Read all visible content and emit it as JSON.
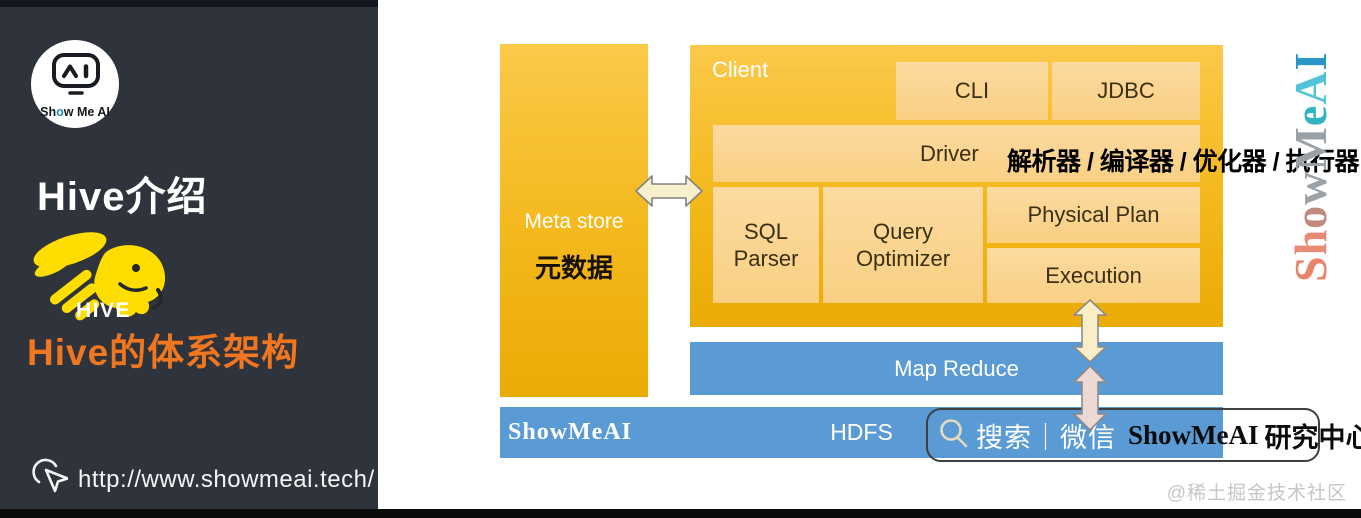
{
  "sidebar": {
    "logo_segments": [
      {
        "text": "Sh",
        "color": "#15181c"
      },
      {
        "text": "o",
        "color": "#1e88c7"
      },
      {
        "text": "w Me AI",
        "color": "#15181c"
      }
    ],
    "title": "Hive介绍",
    "hive_badge": "HIVE",
    "subtitle": "Hive的体系架构",
    "url": "http://www.showmeai.tech/"
  },
  "diagram": {
    "meta_store": {
      "title": "Meta store",
      "subtitle": "元数据"
    },
    "client": {
      "title": "Client",
      "boxes": {
        "cli": "CLI",
        "jdbc": "JDBC",
        "driver": "Driver",
        "sql_parser": "SQL Parser",
        "query_optimizer": "Query Optimizer",
        "physical_plan": "Physical Plan",
        "execution": "Execution"
      }
    },
    "annotation": "解析器 / 编译器 / 优化器 / 执行器",
    "map_reduce": "Map Reduce",
    "hdfs_bar": {
      "brand": "ShowMeAI",
      "label": "HDFS"
    }
  },
  "watermarks": {
    "vertical_letters": [
      {
        "ch": "S",
        "color": "#e8836c"
      },
      {
        "ch": "h",
        "color": "#e88a74"
      },
      {
        "ch": "o",
        "color": "#c08a7e"
      },
      {
        "ch": "w",
        "color": "#9aa2a8"
      },
      {
        "ch": "M",
        "color": "#9aa2a8"
      },
      {
        "ch": "e",
        "color": "#30b4c4"
      },
      {
        "ch": "A",
        "color": "#52c3d8"
      },
      {
        "ch": "I",
        "color": "#2898c8"
      }
    ],
    "search_box": {
      "query": "搜索｜微信",
      "brand": "ShowMeAI",
      "suffix": "研究中心"
    },
    "community": "@稀土掘金技术社区"
  },
  "colors": {
    "sidebar_bg": "#2f343c",
    "gold_top": "#fcc94a",
    "gold_bottom": "#ebab05",
    "gold_light": "#f9d083",
    "blue": "#5b9bd5",
    "orange_title": "#f0761f"
  }
}
